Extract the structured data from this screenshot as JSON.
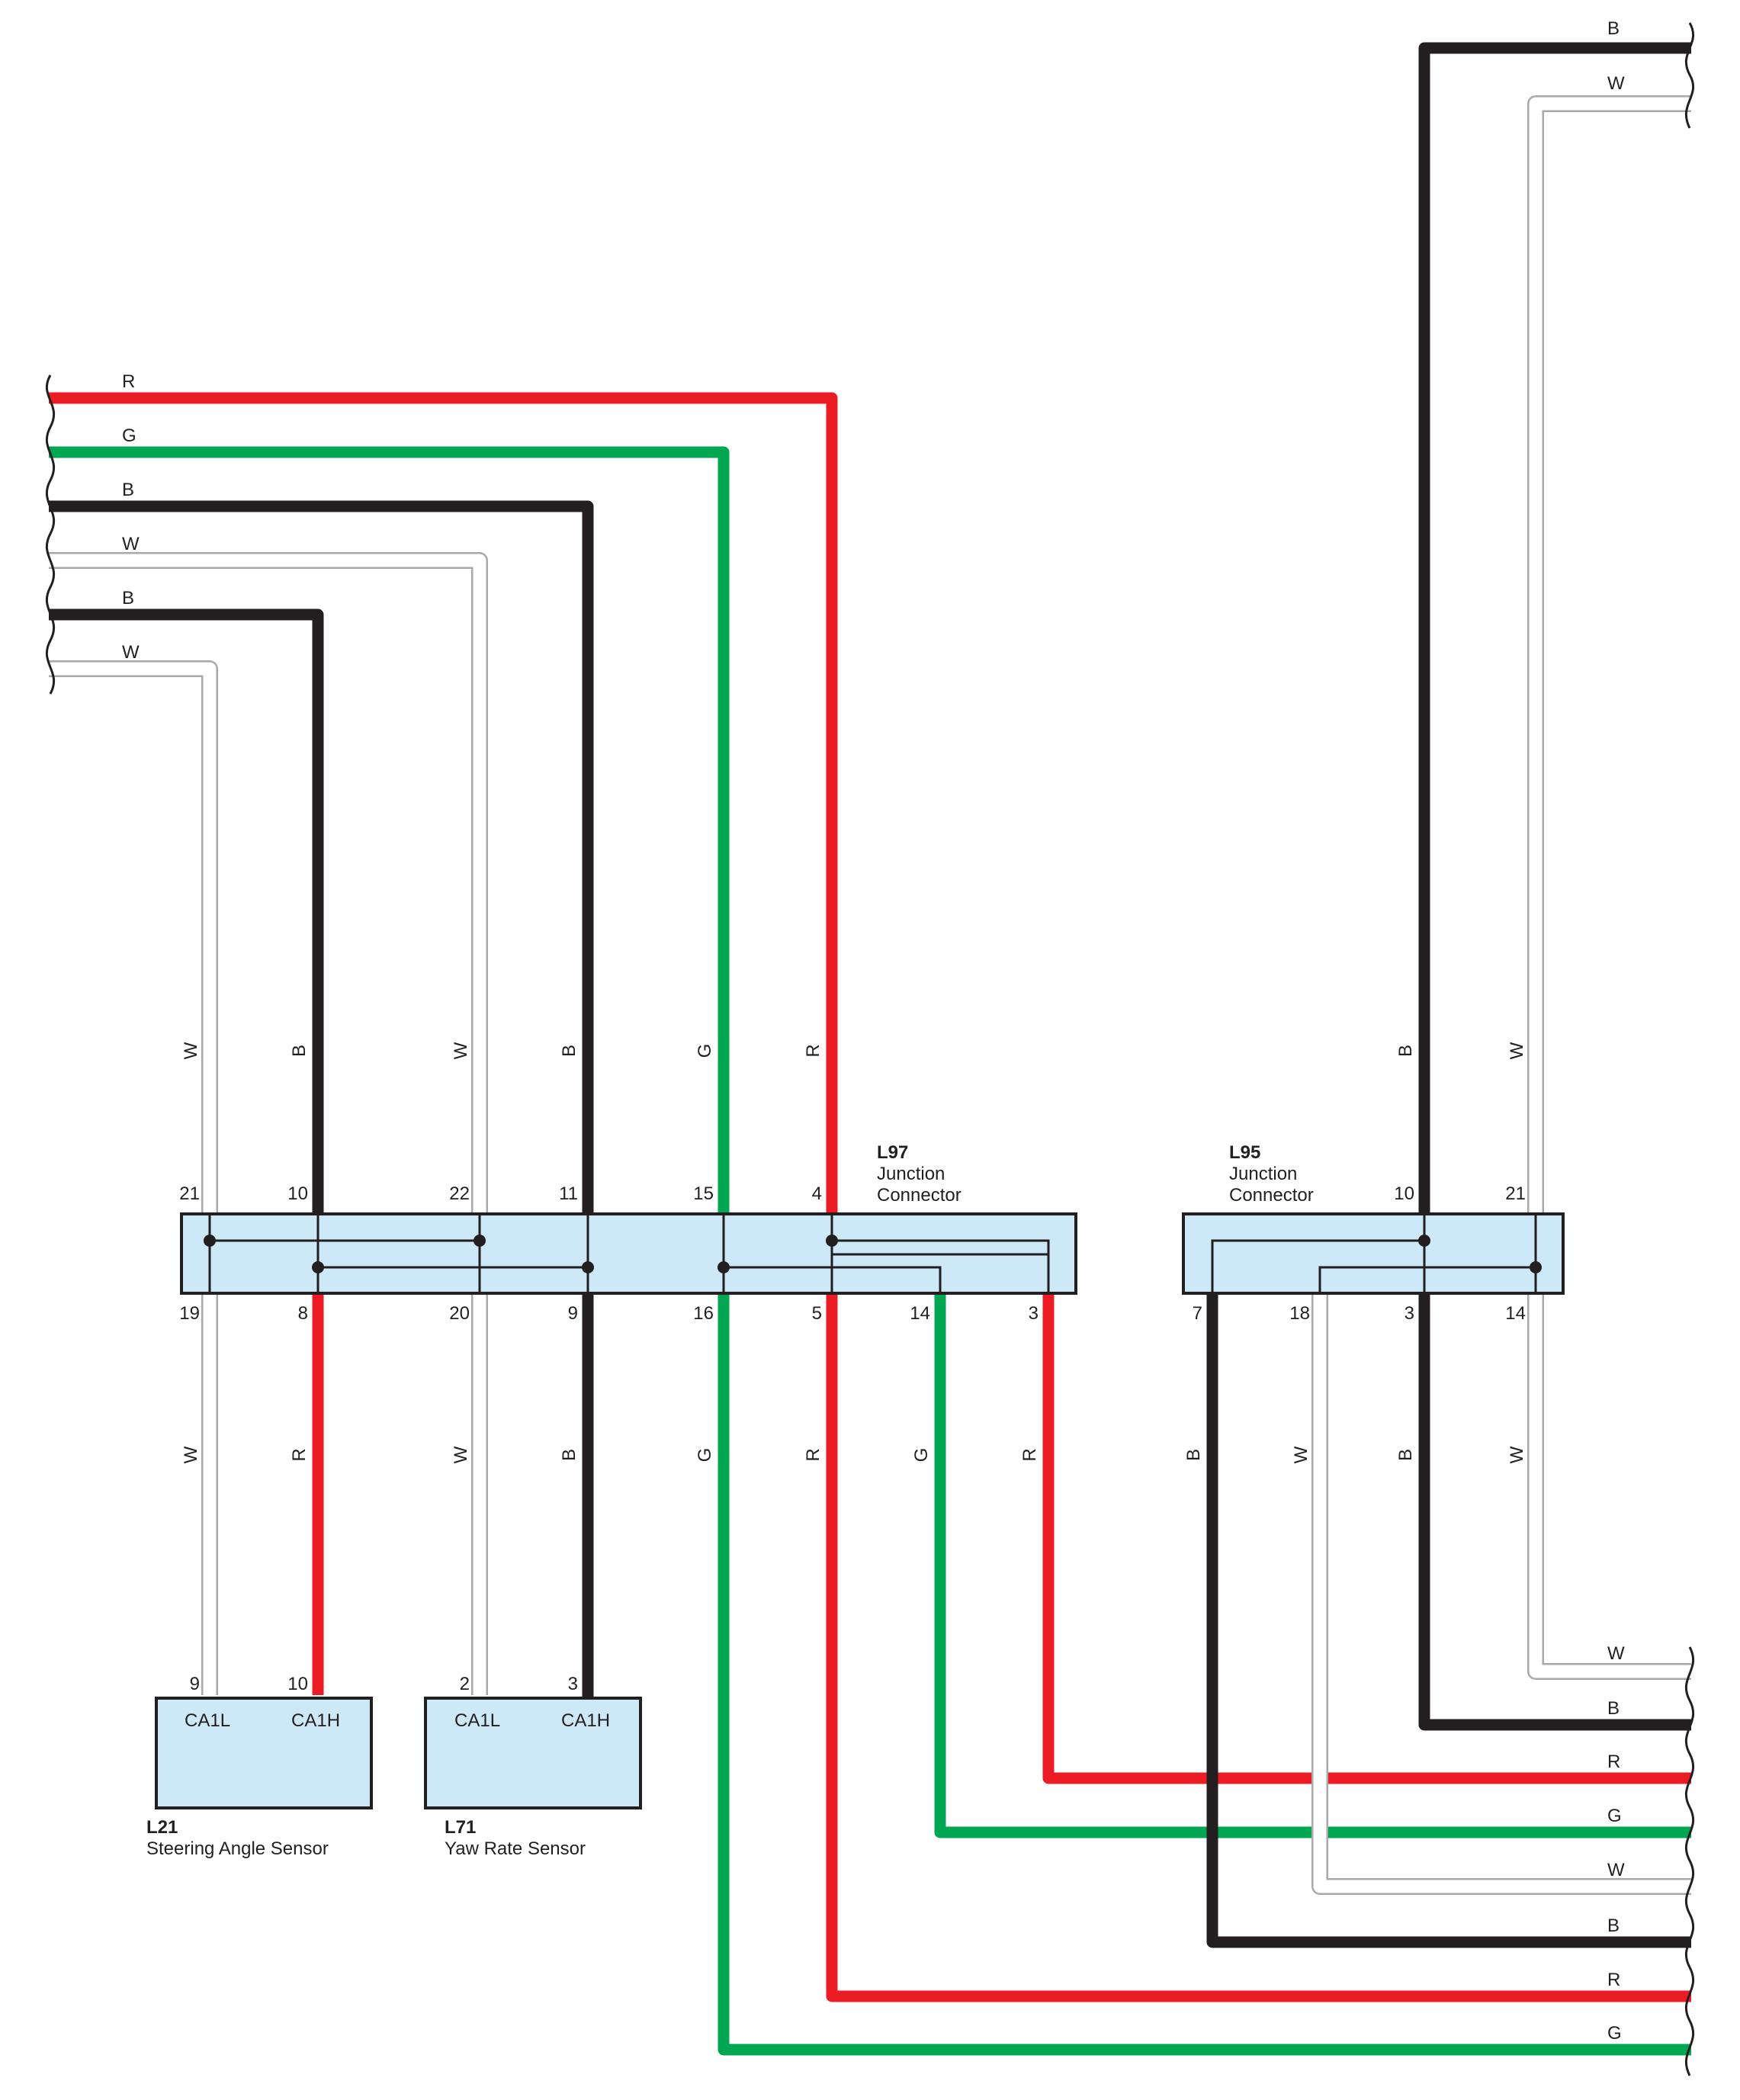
{
  "colors": {
    "R": "#ec1c24",
    "G": "#00a651",
    "B": "#231f20",
    "W": "#a7a9ac",
    "box": "#cde9f8"
  },
  "wire_codes": {
    "top_right": [
      "B",
      "W"
    ],
    "left_top": [
      "R",
      "G",
      "B",
      "W",
      "B",
      "W"
    ],
    "upper_vertical": [
      "W",
      "B",
      "W",
      "B",
      "G",
      "R",
      "B",
      "W"
    ],
    "lower_vertical": [
      "W",
      "R",
      "W",
      "B",
      "G",
      "R",
      "G",
      "R",
      "B",
      "W",
      "B",
      "W"
    ],
    "bottom_right": [
      "W",
      "B",
      "R",
      "G",
      "W",
      "B",
      "R",
      "G"
    ]
  },
  "connectors": {
    "l97": {
      "code": "L97",
      "name_line1": "Junction",
      "name_line2": "Connector",
      "top_pins": [
        "21",
        "10",
        "22",
        "11",
        "15",
        "4"
      ],
      "bottom_pins": [
        "19",
        "8",
        "20",
        "9",
        "16",
        "5",
        "14",
        "3"
      ]
    },
    "l95": {
      "code": "L95",
      "name_line1": "Junction",
      "name_line2": "Connector",
      "top_pins": [
        "10",
        "21"
      ],
      "bottom_pins": [
        "7",
        "18",
        "3",
        "14"
      ]
    }
  },
  "components": {
    "l21": {
      "code": "L21",
      "name": "Steering Angle Sensor",
      "pin_numbers": [
        "9",
        "10"
      ],
      "pin_names": [
        "CA1L",
        "CA1H"
      ]
    },
    "l71": {
      "code": "L71",
      "name": "Yaw Rate Sensor",
      "pin_numbers": [
        "2",
        "3"
      ],
      "pin_names": [
        "CA1L",
        "CA1H"
      ]
    }
  }
}
